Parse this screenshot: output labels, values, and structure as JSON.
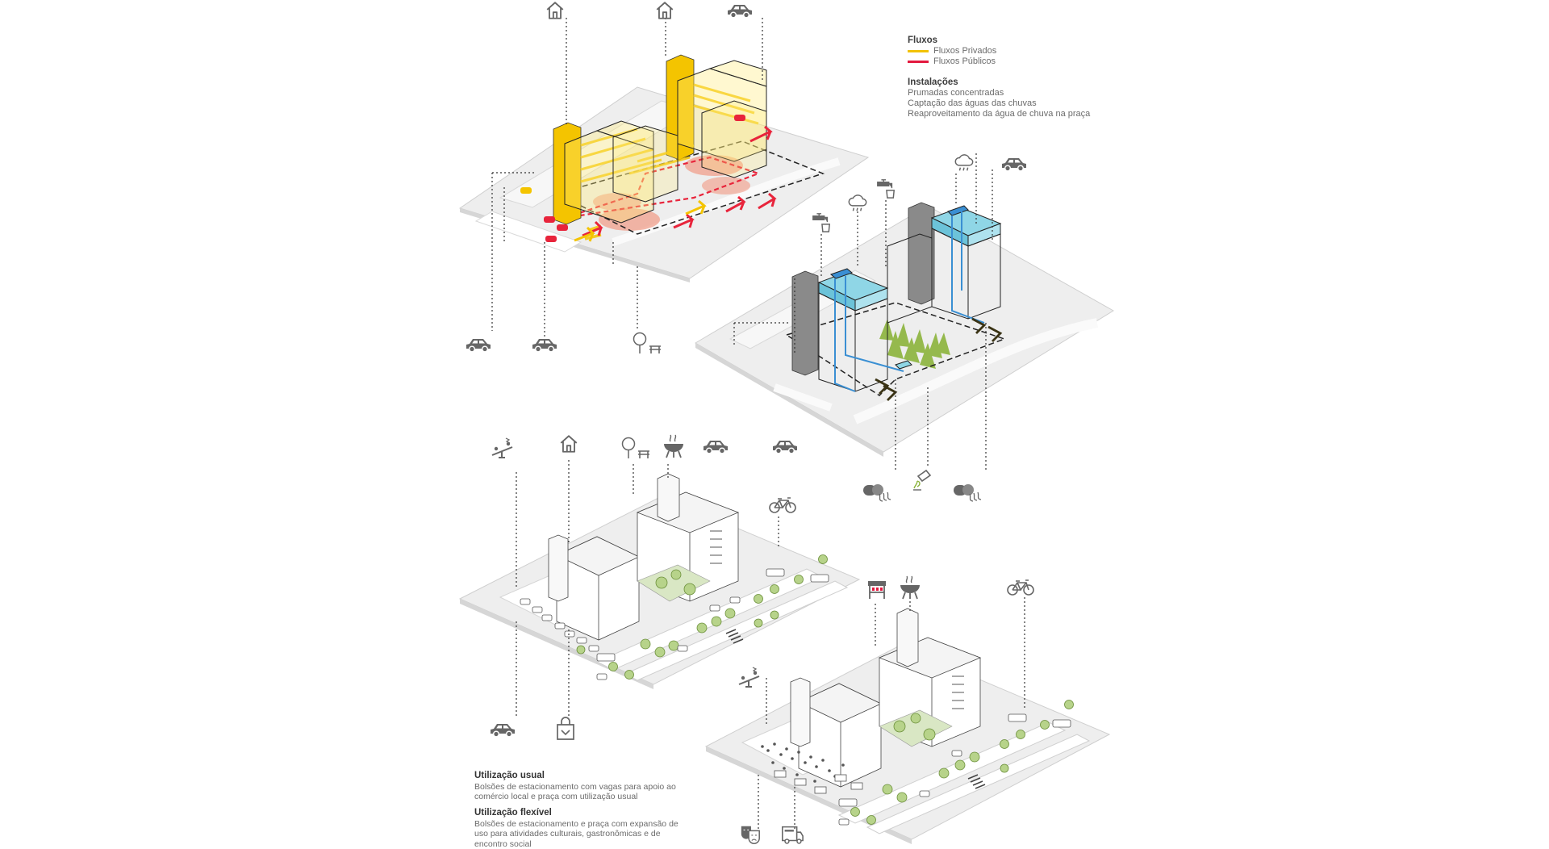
{
  "legend_top": {
    "flows": {
      "heading": "Fluxos",
      "private": {
        "label": "Fluxos Privados",
        "color": "#f2c200"
      },
      "public": {
        "label": "Fluxos Públicos",
        "color": "#e3193f"
      }
    },
    "installations": {
      "heading": "Instalações",
      "items": [
        "Prumadas concentradas",
        "Captação das águas das chuvas",
        "Reaproveitamento da água de chuva na praça"
      ]
    }
  },
  "captions": {
    "usual": {
      "heading": "Utilização usual",
      "text": "Bolsões de estacionamento com vagas para apoio ao comércio local e praça com utilização usual"
    },
    "flexible": {
      "heading": "Utilização flexível",
      "text": "Bolsões de estacionamento e praça com expansão de uso para atividades culturais, gastronômicas e de encontro social"
    }
  },
  "colors": {
    "yellow": "#f4c400",
    "red": "#e8243b",
    "salmon": "#f19a84",
    "cyan": "#8fd6e6",
    "blue": "#3a8fd3",
    "green": "#8cb43c",
    "tree": "#b7d38a",
    "grey": "#9a9a9a"
  },
  "diagrams": [
    {
      "name": "flows-diagram",
      "icons": [
        "house-icon",
        "house-icon",
        "car-icon",
        "car-icon",
        "car-icon",
        "tree-bench-icon"
      ]
    },
    {
      "name": "installations-diagram",
      "icons": [
        "faucet-icon",
        "rain-cloud-icon",
        "faucet-icon",
        "rain-cloud-icon",
        "car-icon",
        "car-icon",
        "car-icon",
        "water-drain-icon",
        "watering-can-icon",
        "water-drain-icon"
      ]
    },
    {
      "name": "usual-use-diagram",
      "icons": [
        "playground-icon",
        "house-icon",
        "tree-bench-icon",
        "grill-icon",
        "bicycle-icon",
        "car-icon",
        "shopping-bag-icon"
      ]
    },
    {
      "name": "flexible-use-diagram",
      "icons": [
        "playground-icon",
        "stall-icon",
        "grill-icon",
        "bicycle-icon",
        "theater-masks-icon",
        "food-truck-icon"
      ]
    }
  ]
}
